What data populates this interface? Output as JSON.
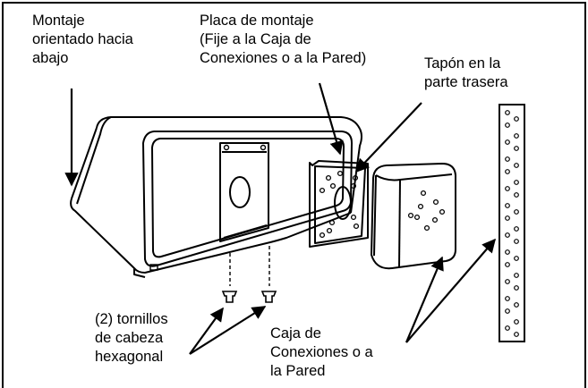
{
  "labels": {
    "mount_facing_down": [
      "Montaje",
      "orientado hacia",
      "abajo"
    ],
    "mounting_plate": [
      "Placa de montaje",
      "(Fije a la Caja de",
      "Conexiones o a la Pared)"
    ],
    "rear_plug": [
      "Tapón en la",
      "parte trasera"
    ],
    "hex_screws": [
      "(2) tornillos",
      "de cabeza",
      "hexagonal"
    ],
    "junction_box_or_wall": [
      "Caja de",
      "Conexiones o a",
      "la Pared"
    ]
  },
  "colors": {
    "line": "#000000",
    "background": "#ffffff"
  }
}
